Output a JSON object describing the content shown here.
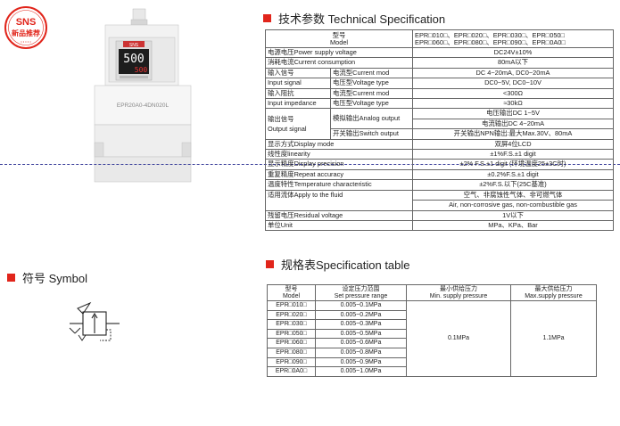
{
  "logo": {
    "brand": "SNS",
    "tagline": "新品推荐"
  },
  "product": {
    "display_top": "500",
    "display_bottom": "500",
    "model_print": "EPR20A0-4DN020L",
    "badge": "SNS"
  },
  "colors": {
    "accent": "#e1251b",
    "dash": "#3a3f9a"
  },
  "tech": {
    "heading": "技术参数 Technical Specification",
    "header": {
      "model_label_cn": "型号",
      "model_label_en": "Model",
      "models_row1": "EPR□010□、EPR□020□、EPR□030□、EPR□050□",
      "models_row2": "EPR□060□、EPR□080□、EPR□090□、EPR□0A0□"
    },
    "rows": {
      "supply_label": "电源电压Power supply voltage",
      "supply_val": "DC24V±10%",
      "consumption_label": "消耗电流Current consumption",
      "consumption_val": "80mA以下",
      "input_signal_cn": "输入信号",
      "input_signal_en": "Input signal",
      "current_mod": "电流型Current mod",
      "current_mod_val": "DC 4~20mA, DC0~20mA",
      "voltage_type": "电压型Voltage type",
      "voltage_type_val": "DC0~5V, DC0~10V",
      "impedance_cn": "输入阻抗",
      "impedance_en": "Input impedance",
      "imp_current_mod": "电流型Current mod",
      "imp_current_val": "<300Ω",
      "imp_voltage_type": "电压型Voltage type",
      "imp_voltage_val": "≈30kΩ",
      "output_cn": "输出信号",
      "output_en": "Output signal",
      "analog_output": "模拟输出Analog output",
      "analog_val1": "电压输出DC 1~5V",
      "analog_val2": "电流输出DC 4~20mA",
      "switch_output": "开关输出Switch output",
      "switch_val": "开关输出NPN输出:最大Max.30V、80mA",
      "display_mode": "显示方式Display mode",
      "display_mode_val": "双屏4位LCD",
      "linearity": "线性度linearity",
      "linearity_val": "±1%F.S.±1 digit",
      "precision": "显示精度Display precision",
      "precision_val": "±2% F.S.±1 digit (环境温度25±3C时)",
      "repeat": "重复精度Repeat accuracy",
      "repeat_val": "±0.2%F.S.±1 digit",
      "temp": "温度特性Temperature characteristic",
      "temp_val": "±2%F.S.以下(25C基准)",
      "fluid": "适用流体Apply to the fluid",
      "fluid_val1": "空气、非腐蚀性气体、非可燃气体",
      "fluid_val2": "Air, non-corrosive gas, non-combustible gas",
      "residual": "残留电压Residual voltage",
      "residual_val": "1V以下",
      "unit": "单位Unit",
      "unit_val": "MPa、KPa、Bar"
    }
  },
  "symbol": {
    "heading": "符号 Symbol"
  },
  "spec": {
    "heading": "规格表Specification table",
    "headers": {
      "model_cn": "型号",
      "model_en": "Model",
      "range_cn": "设定压力范围",
      "range_en": "Set pressure range",
      "min_cn": "最小供给压力",
      "min_en": "Min. supply pressure",
      "max_cn": "最大供给压力",
      "max_en": "Max.supply pressure"
    },
    "rows": [
      {
        "model": "EPR□010□",
        "range": "0.005~0.1MPa"
      },
      {
        "model": "EPR□020□",
        "range": "0.005~0.2MPa"
      },
      {
        "model": "EPR□030□",
        "range": "0.005~0.3MPa"
      },
      {
        "model": "EPR□050□",
        "range": "0.005~0.5MPa"
      },
      {
        "model": "EPR□060□",
        "range": "0.005~0.6MPa"
      },
      {
        "model": "EPR□080□",
        "range": "0.005~0.8MPa"
      },
      {
        "model": "EPR□090□",
        "range": "0.005~0.9MPa"
      },
      {
        "model": "EPR□0A0□",
        "range": "0.005~1.0MPa"
      }
    ],
    "min_supply": "0.1MPa",
    "max_supply": "1.1MPa"
  }
}
